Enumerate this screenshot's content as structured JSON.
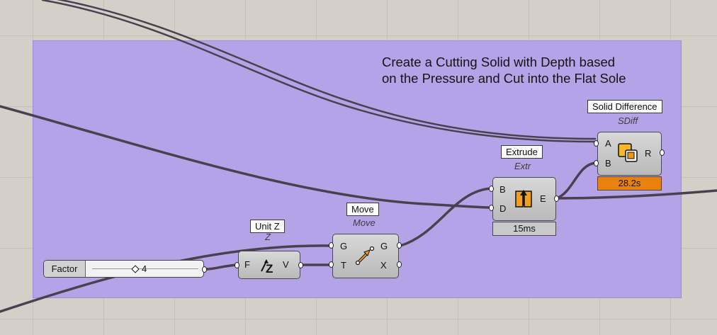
{
  "group": {
    "text": "Create a Cutting Solid with Depth based\non the Pressure and Cut into the Flat Sole",
    "color": "#b5a3e8"
  },
  "slider": {
    "label": "Factor",
    "value": "4"
  },
  "components": {
    "unit_z": {
      "tag": "Unit Z",
      "nickname": "Z",
      "inputs": [
        "F"
      ],
      "outputs": [
        "V"
      ],
      "icon": "unit-z-icon"
    },
    "move": {
      "tag": "Move",
      "nickname": "Move",
      "inputs": [
        "G",
        "T"
      ],
      "outputs": [
        "G",
        "X"
      ],
      "icon": "move-arrow-icon"
    },
    "extrude": {
      "tag": "Extrude",
      "nickname": "Extr",
      "inputs": [
        "B",
        "D"
      ],
      "outputs": [
        "E"
      ],
      "icon": "extrude-icon",
      "time": "15ms",
      "time_color": "#c9c9c9"
    },
    "solid_difference": {
      "tag": "Solid Difference",
      "nickname": "SDiff",
      "inputs": [
        "A",
        "B"
      ],
      "outputs": [
        "R"
      ],
      "icon": "solid-difference-icon",
      "time": "28.2s",
      "time_color": "#e8820a"
    }
  }
}
